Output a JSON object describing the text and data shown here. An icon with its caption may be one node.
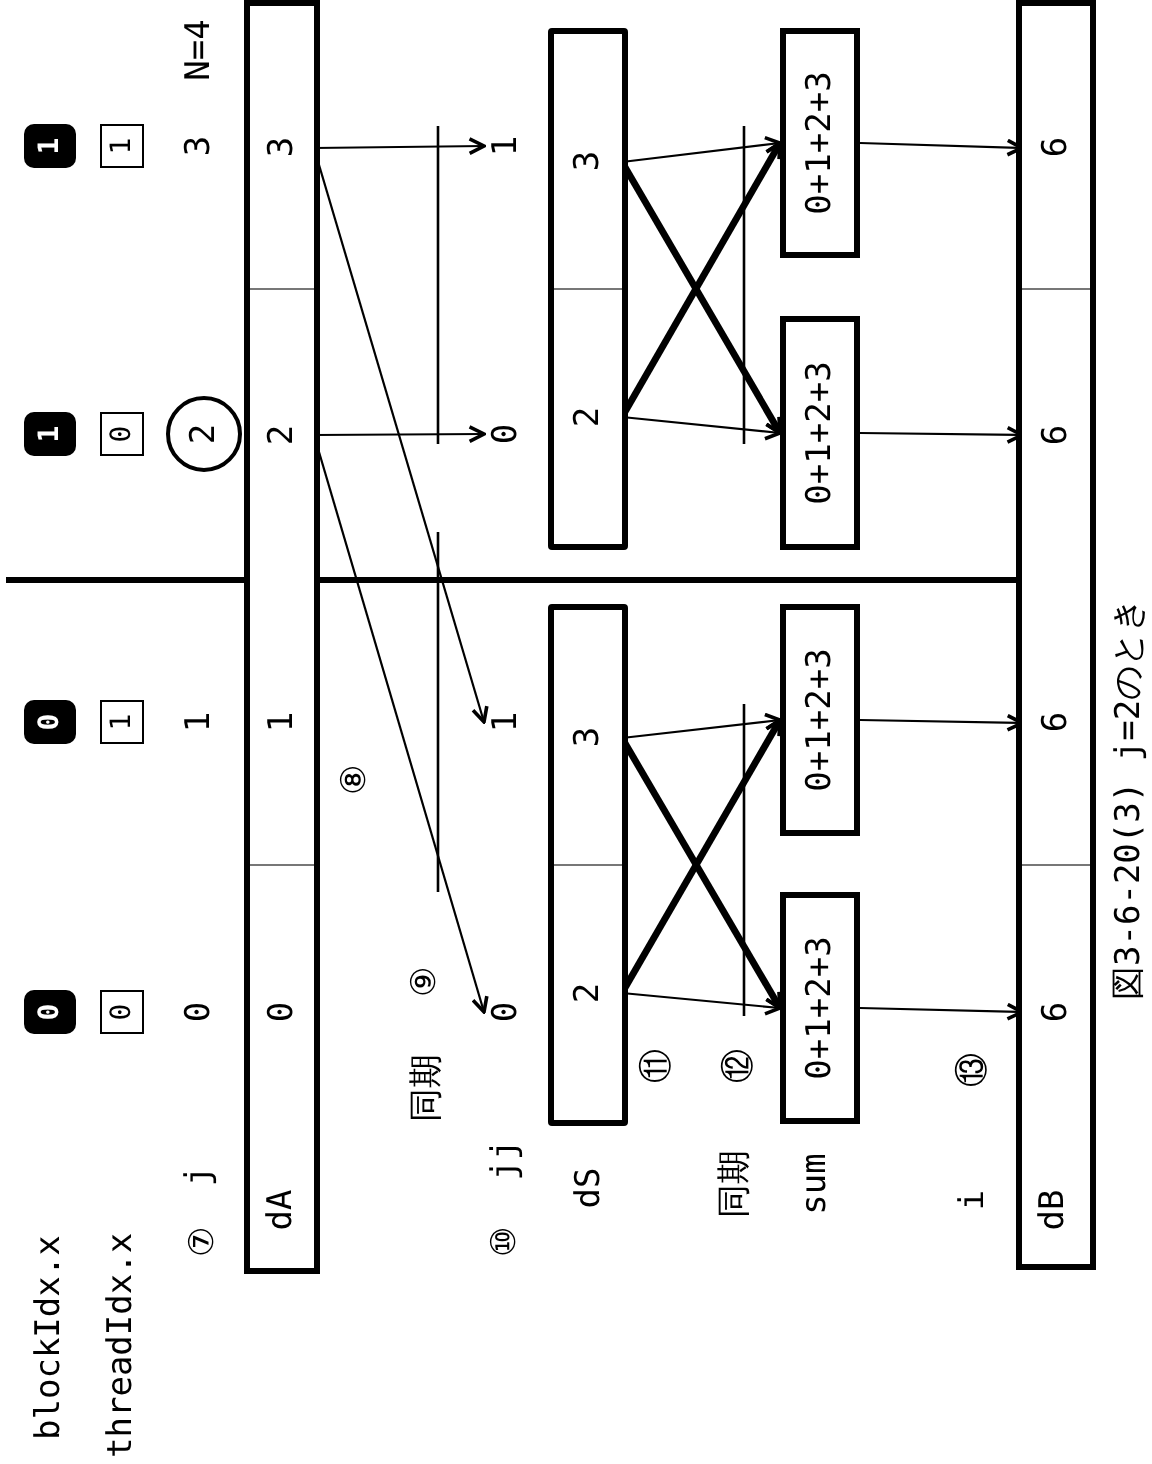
{
  "diagram": {
    "caption": "図3-6-20(3) j=2のとき",
    "nodes": [
      {
        "text": [
          "0"
        ]
      },
      {
        "text": [
          "0"
        ]
      },
      {
        "text": [
          "1"
        ]
      },
      {
        "text": [
          "1"
        ]
      },
      {
        "text": [
          "0"
        ]
      },
      {
        "text": [
          "1"
        ]
      },
      {
        "text": [
          "0"
        ]
      },
      {
        "text": [
          "1"
        ]
      },
      {
        "text": [
          "2"
        ]
      },
      {
        "text": [],
        "shape": "bar"
      },
      {
        "text": [
          "0"
        ],
        "in": 9
      },
      {
        "text": [
          "1"
        ],
        "in": 9
      },
      {
        "text": [
          "2"
        ],
        "in": 9
      },
      {
        "text": [
          "3"
        ],
        "in": 9
      },
      {
        "text": [
          "0"
        ]
      },
      {
        "text": [
          "1"
        ]
      },
      {
        "text": [
          "0"
        ]
      },
      {
        "text": [
          "1"
        ]
      },
      {
        "text": [],
        "shape": "box"
      },
      {
        "text": [
          "2"
        ],
        "in": 18
      },
      {
        "text": [
          "3"
        ],
        "in": 18
      },
      {
        "text": [],
        "shape": "box"
      },
      {
        "text": [
          "2"
        ],
        "in": 21
      },
      {
        "text": [
          "3"
        ],
        "in": 21
      },
      {
        "text": [
          "0+1+2+3"
        ]
      },
      {
        "text": [
          "0+1+2+3"
        ]
      },
      {
        "text": [
          "0+1+2+3"
        ]
      },
      {
        "text": [
          "0+1+2+3"
        ]
      },
      {
        "text": [],
        "shape": "bar"
      },
      {
        "text": [
          "6"
        ],
        "in": 28
      },
      {
        "text": [
          "6"
        ],
        "in": 28
      },
      {
        "text": [
          "6"
        ],
        "in": 28
      },
      {
        "text": [
          "6"
        ],
        "in": 28
      }
    ],
    "edges": [
      {
        "from": 12,
        "to": 14,
        "arrow": "to"
      },
      {
        "from": 13,
        "to": 15,
        "arrow": "to"
      },
      {
        "from": 12,
        "to": 16,
        "arrow": "to"
      },
      {
        "from": 13,
        "to": 17,
        "arrow": "to"
      },
      {
        "from": 19,
        "to": 24,
        "arrow": "to"
      },
      {
        "from": 19,
        "to": 25,
        "arrow": "to",
        "style": "thick"
      },
      {
        "from": 20,
        "to": 24,
        "arrow": "to",
        "style": "thick"
      },
      {
        "from": 20,
        "to": 25,
        "arrow": "to"
      },
      {
        "from": 22,
        "to": 26,
        "arrow": "to"
      },
      {
        "from": 22,
        "to": 27,
        "arrow": "to",
        "style": "thick"
      },
      {
        "from": 23,
        "to": 26,
        "arrow": "to",
        "style": "thick"
      },
      {
        "from": 23,
        "to": 27,
        "arrow": "to"
      },
      {
        "from": 24,
        "to": 29,
        "arrow": "to"
      },
      {
        "from": 25,
        "to": 30,
        "arrow": "to"
      },
      {
        "from": 26,
        "to": 31,
        "arrow": "to"
      },
      {
        "from": 27,
        "to": 32,
        "arrow": "to"
      }
    ],
    "labels": [
      "blockIdx.x",
      "threadIdx.x",
      "⑦",
      "j",
      "0",
      "1",
      "3",
      "N=4",
      "dA",
      "⑧",
      "同期",
      "⑨",
      "⑩",
      "jj",
      "dS",
      "⑪",
      "同期",
      "⑫",
      "sum",
      "i",
      "⑬",
      "dB"
    ]
  }
}
